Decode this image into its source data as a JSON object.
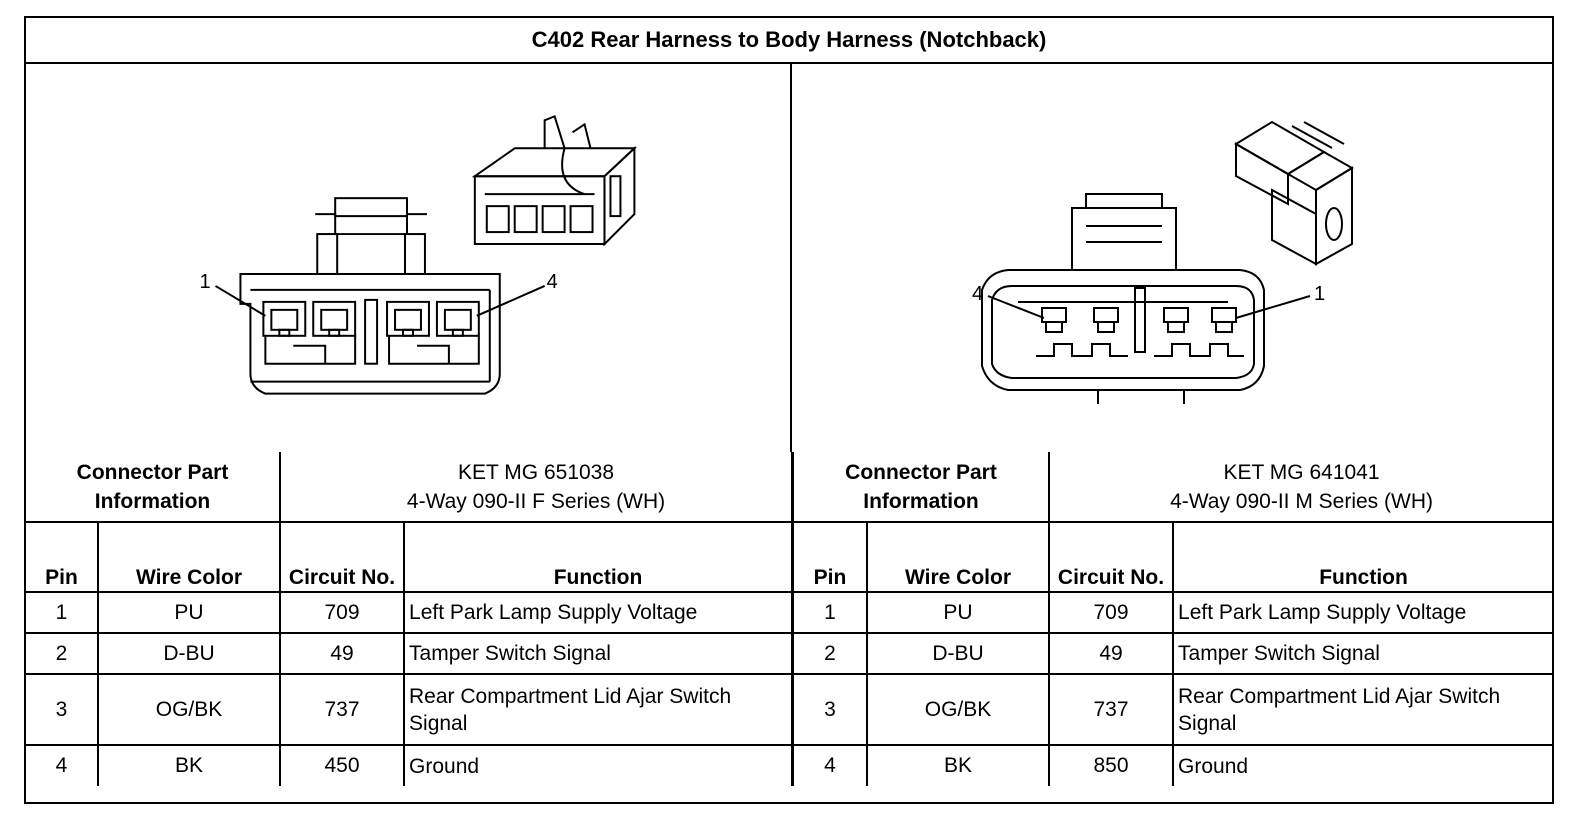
{
  "title": "C402 Rear Harness to Body Harness (Notchback)",
  "left": {
    "callouts": {
      "first": "1",
      "last": "4"
    },
    "connector_label": "Connector Part Information",
    "connector_line1": "KET MG 651038",
    "connector_line2": "4-Way 090-II F Series (WH)",
    "headers": {
      "pin": "Pin",
      "wire_color": "Wire Color",
      "circuit": "Circuit No.",
      "function": "Function"
    },
    "rows": [
      {
        "pin": "1",
        "wire_color": "PU",
        "circuit": "709",
        "function": "Left Park Lamp Supply Voltage"
      },
      {
        "pin": "2",
        "wire_color": "D-BU",
        "circuit": "49",
        "function": "Tamper Switch Signal"
      },
      {
        "pin": "3",
        "wire_color": "OG/BK",
        "circuit": "737",
        "function": "Rear Compartment Lid Ajar Switch Signal"
      },
      {
        "pin": "4",
        "wire_color": "BK",
        "circuit": "450",
        "function": "Ground"
      }
    ]
  },
  "right": {
    "callouts": {
      "first": "4",
      "last": "1"
    },
    "connector_label": "Connector Part Information",
    "connector_line1": "KET MG 641041",
    "connector_line2": "4-Way 090-II M Series (WH)",
    "headers": {
      "pin": "Pin",
      "wire_color": "Wire Color",
      "circuit": "Circuit No.",
      "function": "Function"
    },
    "rows": [
      {
        "pin": "1",
        "wire_color": "PU",
        "circuit": "709",
        "function": "Left Park Lamp Supply Voltage"
      },
      {
        "pin": "2",
        "wire_color": "D-BU",
        "circuit": "49",
        "function": "Tamper Switch Signal"
      },
      {
        "pin": "3",
        "wire_color": "OG/BK",
        "circuit": "737",
        "function": "Rear Compartment Lid Ajar Switch Signal"
      },
      {
        "pin": "4",
        "wire_color": "BK",
        "circuit": "850",
        "function": "Ground"
      }
    ]
  }
}
